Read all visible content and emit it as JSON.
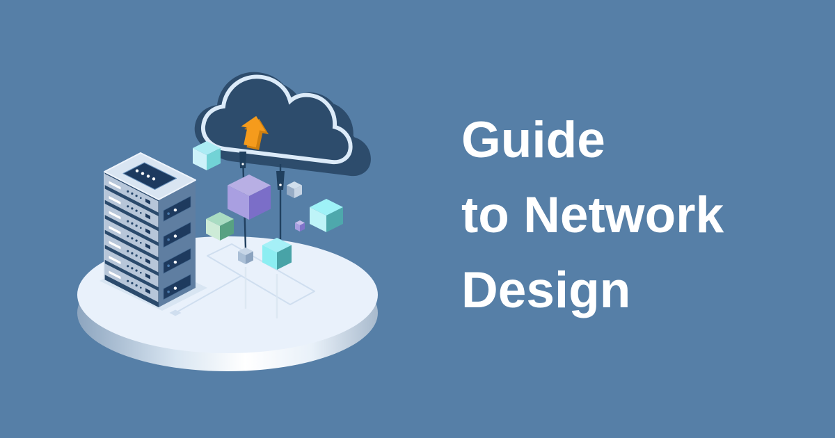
{
  "card": {
    "background_color": "#567fa7",
    "title": {
      "full": "Guide to Network Design",
      "lines": [
        "Guide",
        "to Network",
        "Design"
      ],
      "color": "#ffffff"
    }
  },
  "illustration": {
    "name": "isometric-cloud-server-network",
    "icons": [
      "server-rack-icon",
      "cloud-icon",
      "upload-arrow-icon",
      "network-cable-icon",
      "data-cube-icon",
      "circuit-platform-icon"
    ],
    "colors": {
      "cloud": "#2d4c6c",
      "cloud_outline": "#dcebf9",
      "upload_arrow": "#f59b1c",
      "upload_arrow_shade": "#d0800f",
      "platform_top": "#e9f1fb",
      "server_front": "#b7c6d9",
      "server_side": "#5f7ea1",
      "server_panel": "#1e3a5e",
      "cube_cyan": "#8ceef2",
      "cube_teal": "#4ea8ac",
      "cube_purple": "#a99fe1",
      "cube_green": "#a9dcc2",
      "cube_gray": "#aabfd6",
      "trace": "#cfdeef"
    }
  }
}
